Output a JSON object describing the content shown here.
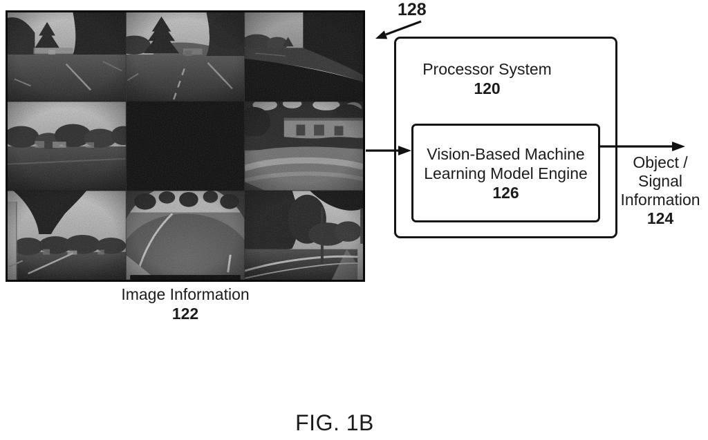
{
  "figure": {
    "caption": "FIG. 1B",
    "system_ref_label": "128"
  },
  "image_information": {
    "label": "Image Information",
    "ref_label": "122",
    "grid": {
      "rows": 3,
      "cols": 3,
      "cells": [
        {
          "name": "front-left-camera-view"
        },
        {
          "name": "front-center-camera-view"
        },
        {
          "name": "front-right-camera-view"
        },
        {
          "name": "left-side-camera-view"
        },
        {
          "name": "blank-black-frame"
        },
        {
          "name": "right-side-fisheye-camera-view"
        },
        {
          "name": "left-rear-camera-view"
        },
        {
          "name": "rear-fisheye-camera-view"
        },
        {
          "name": "right-rear-camera-view"
        }
      ]
    }
  },
  "processor_system": {
    "label": "Processor System",
    "ref_label": "120"
  },
  "engine": {
    "label": "Vision-Based Machine Learning Model Engine",
    "ref_label": "126"
  },
  "output": {
    "label": "Object / Signal Information",
    "ref_label": "124"
  },
  "colors": {
    "ink": "#1b1b1b",
    "background": "#ffffff",
    "line": "#111111"
  }
}
